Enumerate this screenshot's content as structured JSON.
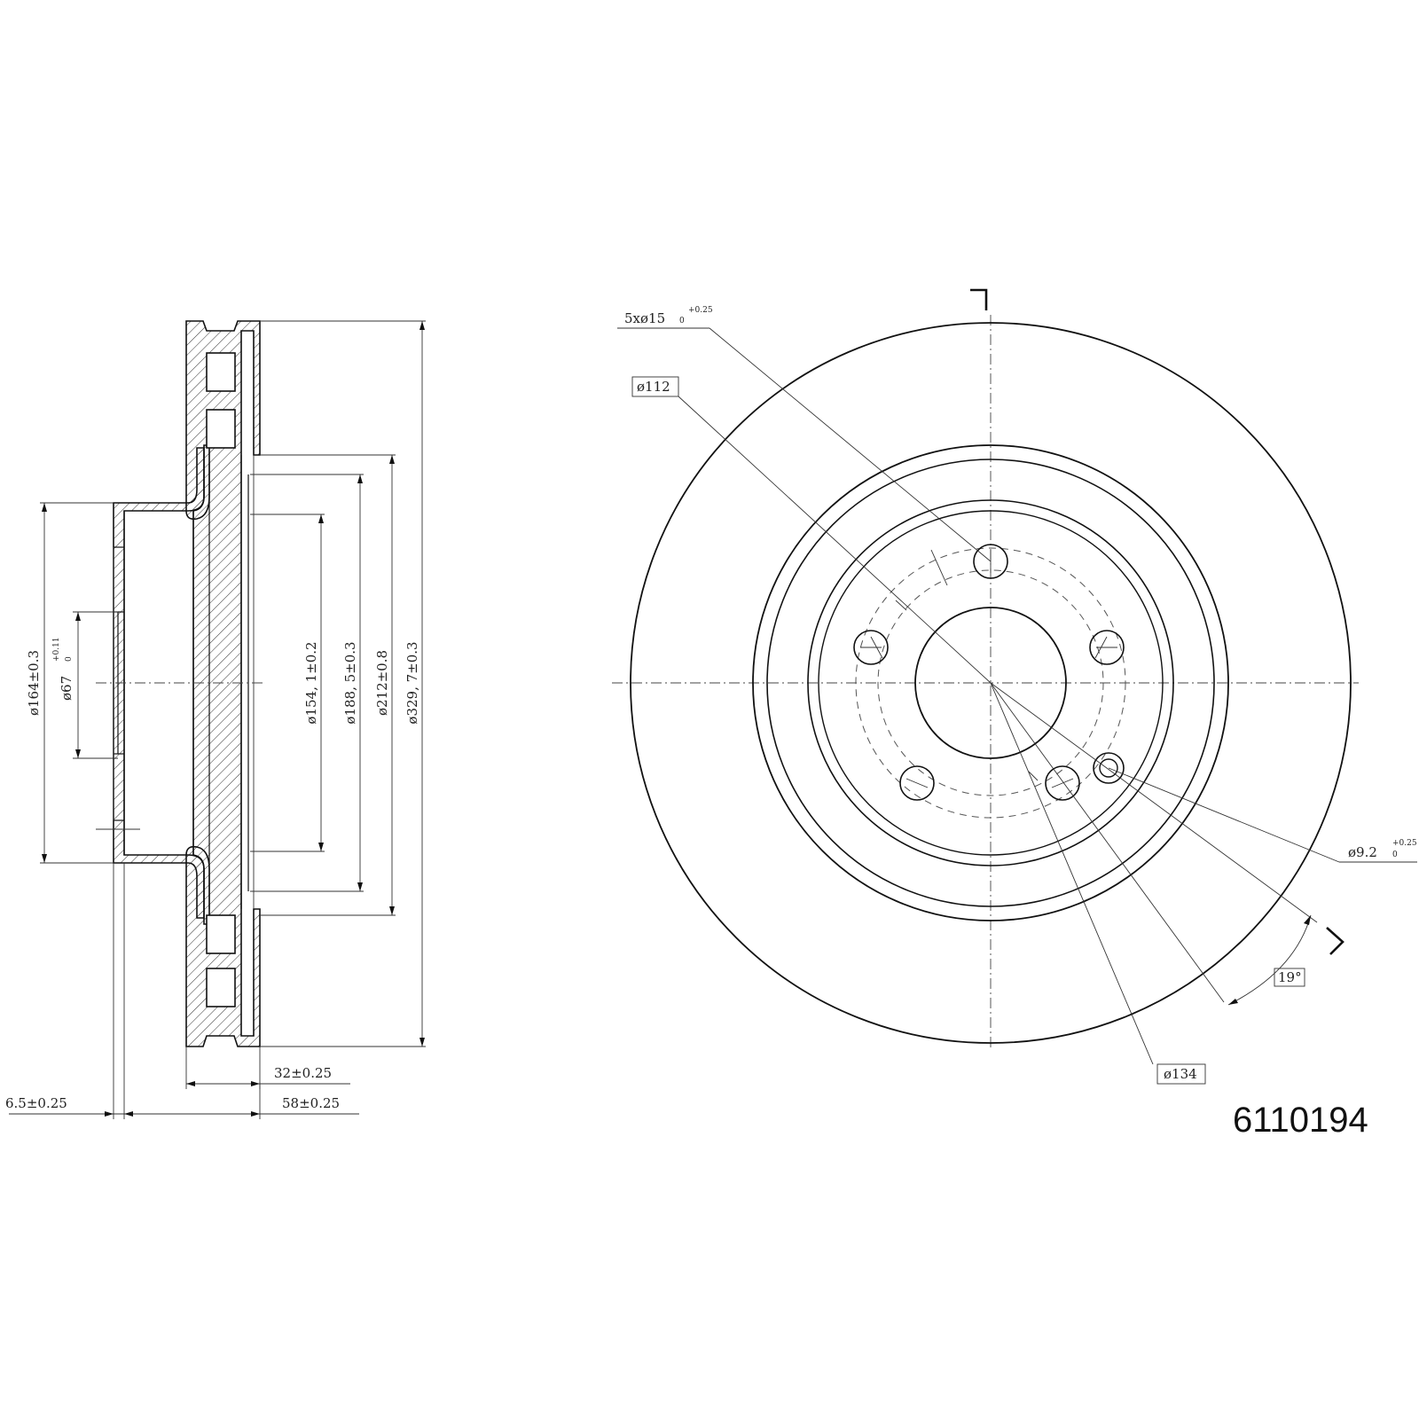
{
  "part_number": "6110194",
  "section_view": {
    "dimensions": {
      "overall_diameter": "ø329, 7±0.3",
      "friction_inner_diameter": "ø212±0.8",
      "hat_outer_diameter": "ø188, 5±0.3",
      "hat_inner_diameter": "ø154, 1±0.2",
      "hat_diameter": "ø164±0.3",
      "center_bore": "ø67",
      "center_bore_tol_upper": "+0.11",
      "center_bore_tol_lower": "0",
      "disc_thickness": "32±0.25",
      "total_height": "58±0.25",
      "hat_wall": "6.5±0.25"
    }
  },
  "front_view": {
    "labels": {
      "bolt_holes": "5xø15",
      "bolt_holes_tol_upper": "+0.25",
      "bolt_holes_tol_lower": "0",
      "bolt_circle": "ø112",
      "locating_hole": "ø9.2",
      "locating_hole_tol_upper": "+0.25",
      "locating_hole_tol_lower": "0",
      "ring_diameter": "ø134",
      "angle": "19°"
    }
  }
}
